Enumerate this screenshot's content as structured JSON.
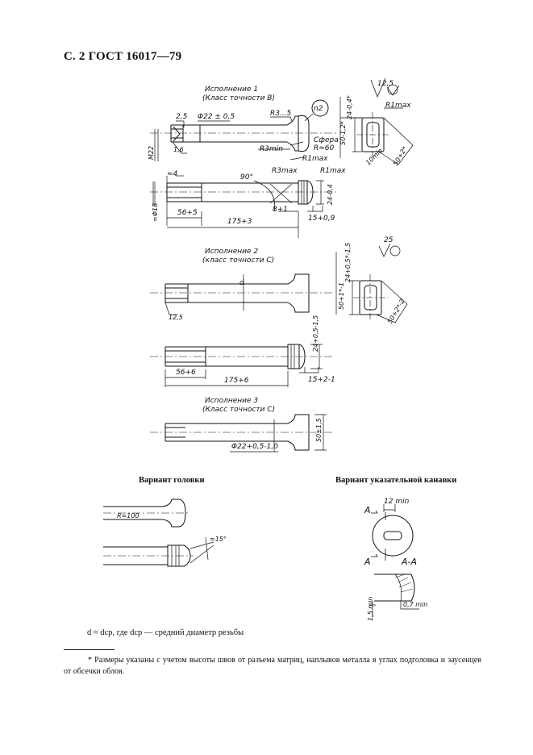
{
  "header": {
    "page_ref": "С. 2 ГОСТ 16017—79"
  },
  "figure": {
    "ver1": {
      "title": "Исполнение 1",
      "subtitle": "(Класс точности В)"
    },
    "ver2": {
      "title": "Исполнение 2",
      "subtitle": "(класс точности С)"
    },
    "ver3": {
      "title": "Исполнение 3",
      "subtitle": "(Класс точности С)"
    },
    "rough1": "12,5",
    "rough2": "25",
    "dims": {
      "d_2_5": "2,5",
      "d_phi22_05": "Φ22 ± 0,5",
      "d_r3_5": "R3...5",
      "d_n2": "n2",
      "d_m22": "M22",
      "d_1_6": "1,6",
      "d_sfera": "Сфера",
      "d_r60": "R≈60",
      "d_r3min": "R3min",
      "d_r1max_a": "R1max",
      "d_r1max_b": "R1max",
      "d_r1max_c": "R1max",
      "d_r3max": "R3max",
      "d_24_04": "24-0,4*",
      "d_50_12": "50-1,2*",
      "d_10min": "10min",
      "d_50_2": "50+2*",
      "d_4": "≈4",
      "d_90": "90°",
      "d_phi18": "≈Φ18",
      "d_56_5": "56+5",
      "d_175_3": "175+3",
      "d_8_1": "8+1",
      "d_15_09": "15+0,9",
      "d_24_04b": "24-0,4",
      "d_24v2": "24+0,5*-1,5",
      "d_50_1v2": "50+1*-1",
      "d_50_2v2": "50+2*-2",
      "d_d": "d",
      "d_12_5": "12,5",
      "d_24v2b": "24+0,5-1,5",
      "d_56_6": "56+6",
      "d_175_6": "175+6",
      "d_15_2": "15+2-1",
      "d_50_15": "50±1,5",
      "d_phi22v3": "Φ22+0,5-1,0"
    },
    "head_variant": {
      "title": "Вариант головки",
      "r100": "R≈100",
      "angle": "≈15°"
    },
    "groove_variant": {
      "title": "Вариант указательной канавки",
      "min12": "12 min",
      "a1": "А",
      "a2": "А",
      "aa": "А-А",
      "min1_5": "1,5 min",
      "min0_7": "0,7 min"
    }
  },
  "note": "d ≈ dср, где dср — средний диаметр резьбы",
  "footnote": "* Размеры указаны с учетом высоты швов от разъема матриц, наплывов металла в углах подголовка и заусенцев от обсечки облоя."
}
